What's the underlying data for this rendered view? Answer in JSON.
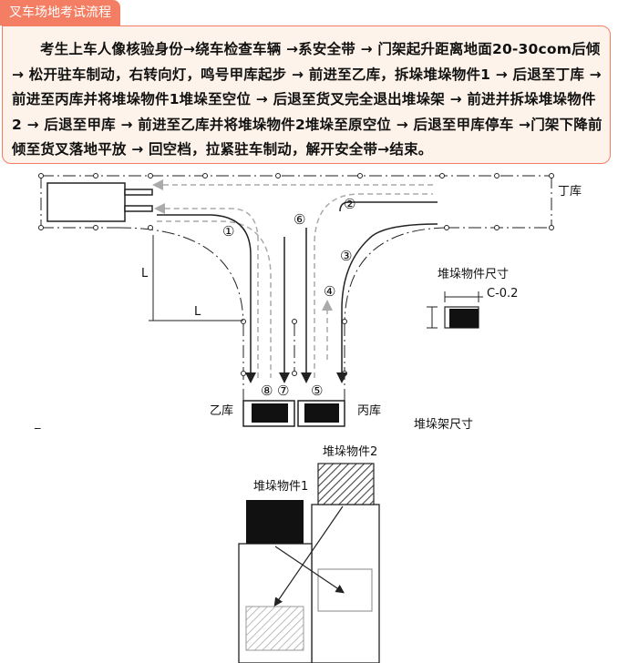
{
  "header": {
    "title": "叉车场地考试流程"
  },
  "procedure": {
    "text": "考生上车人像核验身份→绕车检查车辆 →系安全带 → 门架起升距离地面20-30com后倾 → 松开驻车制动，右转向灯，鸣号甲库起步 → 前进至乙库，拆垛堆垛物件1 → 后退至丁库 → 前进至丙库并将堆垛物件1堆垛至空位 → 后退至货叉完全退出堆垛架 → 前进并拆垛堆垛物件2 → 后退至甲库 → 前进至乙库并将堆垛物件2堆垛至原空位 → 后退至甲库停车 →门架下降前倾至货叉落地平放 → 回空档，拉紧驻车制动，解开安全带→结束。"
  },
  "diagram": {
    "labels": {
      "ding_ku": "丁库",
      "yi_ku": "乙库",
      "bing_ku": "丙库",
      "L_vertical": "L",
      "L_horizontal": "L",
      "piece_size_title": "堆垛物件尺寸",
      "piece_size_dim": "C-0.2",
      "rack_size_title": "堆垛架尺寸",
      "stack_piece_1": "堆垛物件1",
      "stack_piece_2": "堆垛物件2",
      "dash": "_"
    },
    "route_numbers": [
      "①",
      "②",
      "③",
      "④",
      "⑤",
      "⑥",
      "⑦",
      "⑧"
    ],
    "colors": {
      "accent": "#f47e63",
      "box_bg": "#fdf3ea",
      "route_dark": "#222222",
      "route_gray": "#aaaaaa"
    }
  }
}
